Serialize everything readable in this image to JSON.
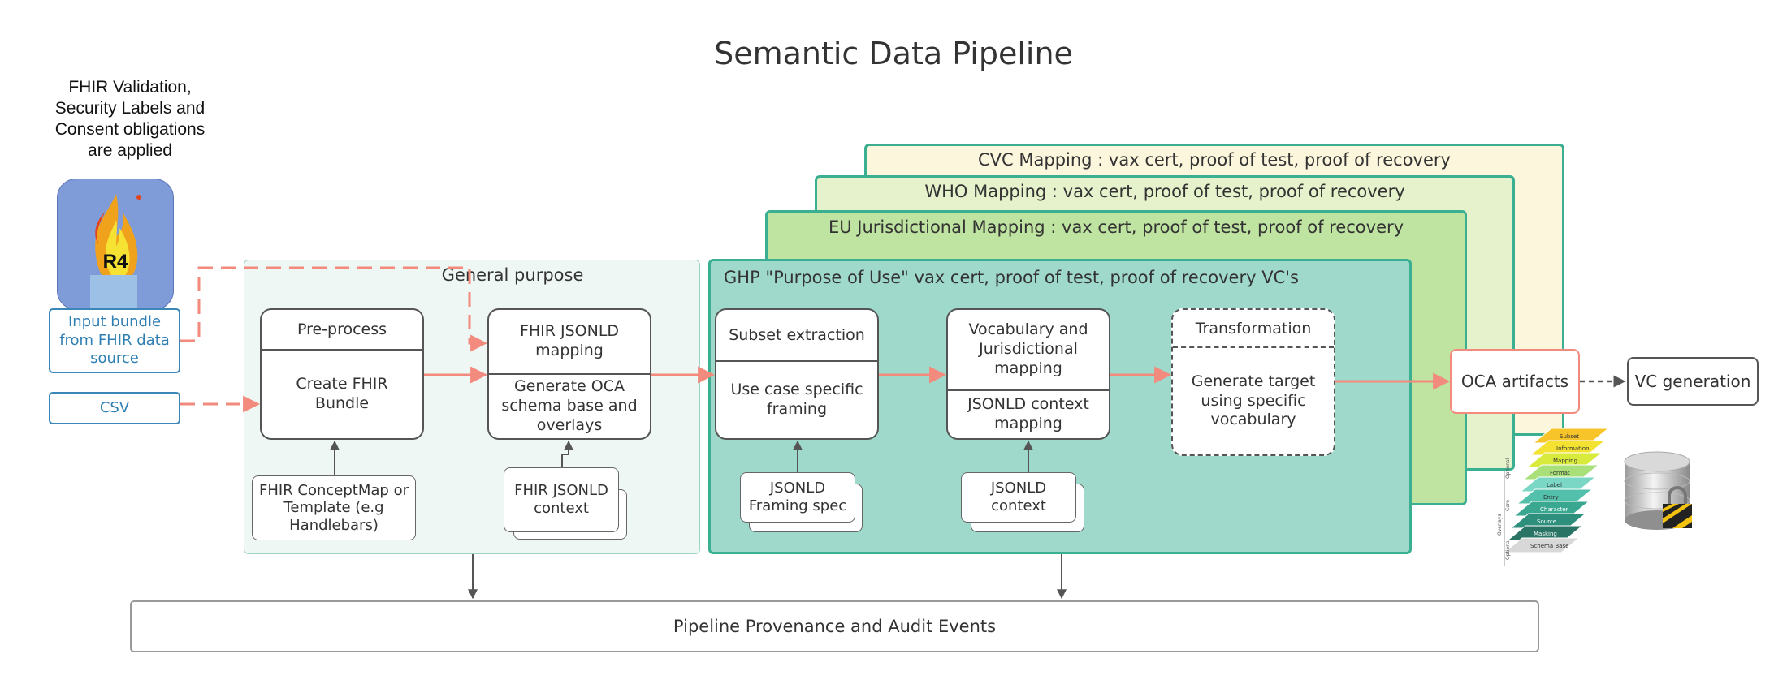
{
  "title": "Semantic Data Pipeline",
  "note": {
    "line1": "FHIR Validation,",
    "line2": "Security Labels and",
    "line3": "Consent obligations",
    "line4": "are applied"
  },
  "logo": {
    "label": "R4"
  },
  "sources": {
    "input_bundle": "Input bundle from FHIR data source",
    "csv": "CSV"
  },
  "panels": {
    "cvc": "CVC Mapping : vax cert, proof of test, proof of recovery",
    "who": "WHO Mapping : vax cert, proof of test, proof of recovery",
    "eu": "EU Jurisdictional Mapping : vax cert, proof of test, proof of recovery",
    "ghp": "GHP  \"Purpose of Use\"  vax cert, proof of test, proof of recovery VC's",
    "general": "General purpose"
  },
  "steps": {
    "preprocess": {
      "header": "Pre-process",
      "body": "Create FHIR Bundle"
    },
    "jsonld_mapping": {
      "header": "FHIR JSONLD mapping",
      "body": "Generate OCA schema base and overlays"
    },
    "subset": {
      "header": "Subset extraction",
      "body": "Use case specific framing"
    },
    "vocab": {
      "header": "Vocabulary and Jurisdictional mapping",
      "body": "JSONLD context mapping"
    },
    "transform": {
      "header": "Transformation",
      "body": "Generate target using specific vocabulary"
    }
  },
  "inputs": {
    "conceptmap": "FHIR ConceptMap or Template (e.g Handlebars)",
    "fhir_context": "FHIR JSONLD context",
    "framing": "JSONLD Framing spec",
    "jsonld_context": "JSONLD context"
  },
  "outputs": {
    "oca": "OCA artifacts",
    "vc": "VC generation"
  },
  "provenance": "Pipeline Provenance and Audit Events",
  "stack_layers": [
    "Subset",
    "Information",
    "Mapping",
    "Format",
    "Label",
    "Entry",
    "Character",
    "Source",
    "Masking",
    "Schema Base"
  ],
  "stack_side_labels": [
    "Optional",
    "Core",
    "Overlays",
    "Optional"
  ],
  "colors": {
    "arrow": "#f28b7d",
    "teal_border": "#3aaf91",
    "ghp_fill": "#9fd9cc",
    "eu_fill": "#bfe3a0",
    "who_fill": "#e5f2cc",
    "cvc_fill": "#fbf6dc",
    "general_fill": "#eef7f4"
  }
}
